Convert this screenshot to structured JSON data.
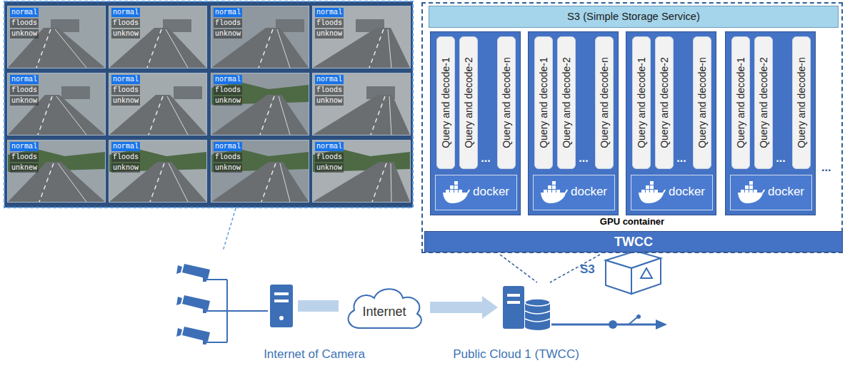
{
  "diagram": {
    "nodes": [
      {
        "text": [
          "normal",
          "floods",
          "unknow"
        ]
      },
      {
        "text": [
          "normal",
          "floods",
          "unknow"
        ]
      },
      {
        "text": [
          "normal",
          "floods",
          "unknow"
        ]
      },
      {
        "text": [
          "normal",
          "floods",
          "unknow"
        ]
      },
      {
        "text": [
          "normal",
          "floods",
          "unknow"
        ]
      },
      {
        "text": [
          "normal",
          "floods",
          "unknow"
        ]
      },
      {
        "text": [
          "normal",
          "floods",
          "unknow"
        ]
      },
      {
        "text": [
          "normal",
          "floods",
          "unknow"
        ]
      },
      {
        "text": [
          "normal",
          "floods",
          "unknew"
        ]
      },
      {
        "text": [
          "normal",
          "floods",
          "unknow"
        ]
      },
      {
        "text": [
          "normal",
          "floods",
          "unknow"
        ]
      },
      {
        "text": [
          "normal",
          "floods",
          "unknow"
        ]
      },
      {
        "text": [
          "GPU container"
        ]
      },
      {
        "text": [
          "S3 (Simple Storage Service)"
        ],
        "in": 12
      },
      {
        "text": [
          "..."
        ],
        "in": 12
      },
      {
        "text": [
          "Query and decode-1"
        ],
        "in": 14
      },
      {
        "text": [
          "Query and decode-2"
        ],
        "in": 14
      },
      {
        "text": [
          "Query and decode-n"
        ],
        "in": 14
      },
      {
        "text": [
          "docker"
        ],
        "in": 14
      },
      {
        "text": [
          "..."
        ],
        "in": 12
      },
      {
        "text": [
          "Query and decode-1"
        ],
        "in": 19
      },
      {
        "text": [
          "Query and decode-2"
        ],
        "in": 19
      },
      {
        "text": [
          "Query and decode-n"
        ],
        "in": 19
      },
      {
        "text": [
          "docker"
        ],
        "in": 19
      },
      {
        "text": [
          "..."
        ],
        "in": 12
      },
      {
        "text": [
          "Query and decode-1"
        ],
        "in": 24
      },
      {
        "text": [
          "Query and decode-2"
        ],
        "in": 24
      },
      {
        "text": [
          "Query and decode-n"
        ],
        "in": 24
      },
      {
        "text": [
          "docker"
        ],
        "in": 24
      },
      {
        "text": [
          "..."
        ],
        "in": 12
      },
      {
        "text": [
          "Query and decode-1"
        ],
        "in": 29
      },
      {
        "text": [
          "Query and decode-2"
        ],
        "in": 29
      },
      {
        "text": [
          "Query and decode-n"
        ],
        "in": 29
      },
      {
        "text": [
          "docker"
        ],
        "in": 29
      },
      {
        "text": [
          "TWCC"
        ],
        "in": 12
      },
      {
        "text": [
          "Internet of Camera"
        ]
      },
      {
        "text": [
          "Internet"
        ]
      },
      {
        "text": [
          "Public Cloud 1 (TWCC)"
        ]
      }
    ],
    "edges": [
      {
        "from": 35,
        "to": 36,
        "arrow": "none"
      },
      {
        "from": 36,
        "to": 37,
        "arrow": "to"
      }
    ],
    "labels": [
      "S3",
      "..."
    ]
  }
}
